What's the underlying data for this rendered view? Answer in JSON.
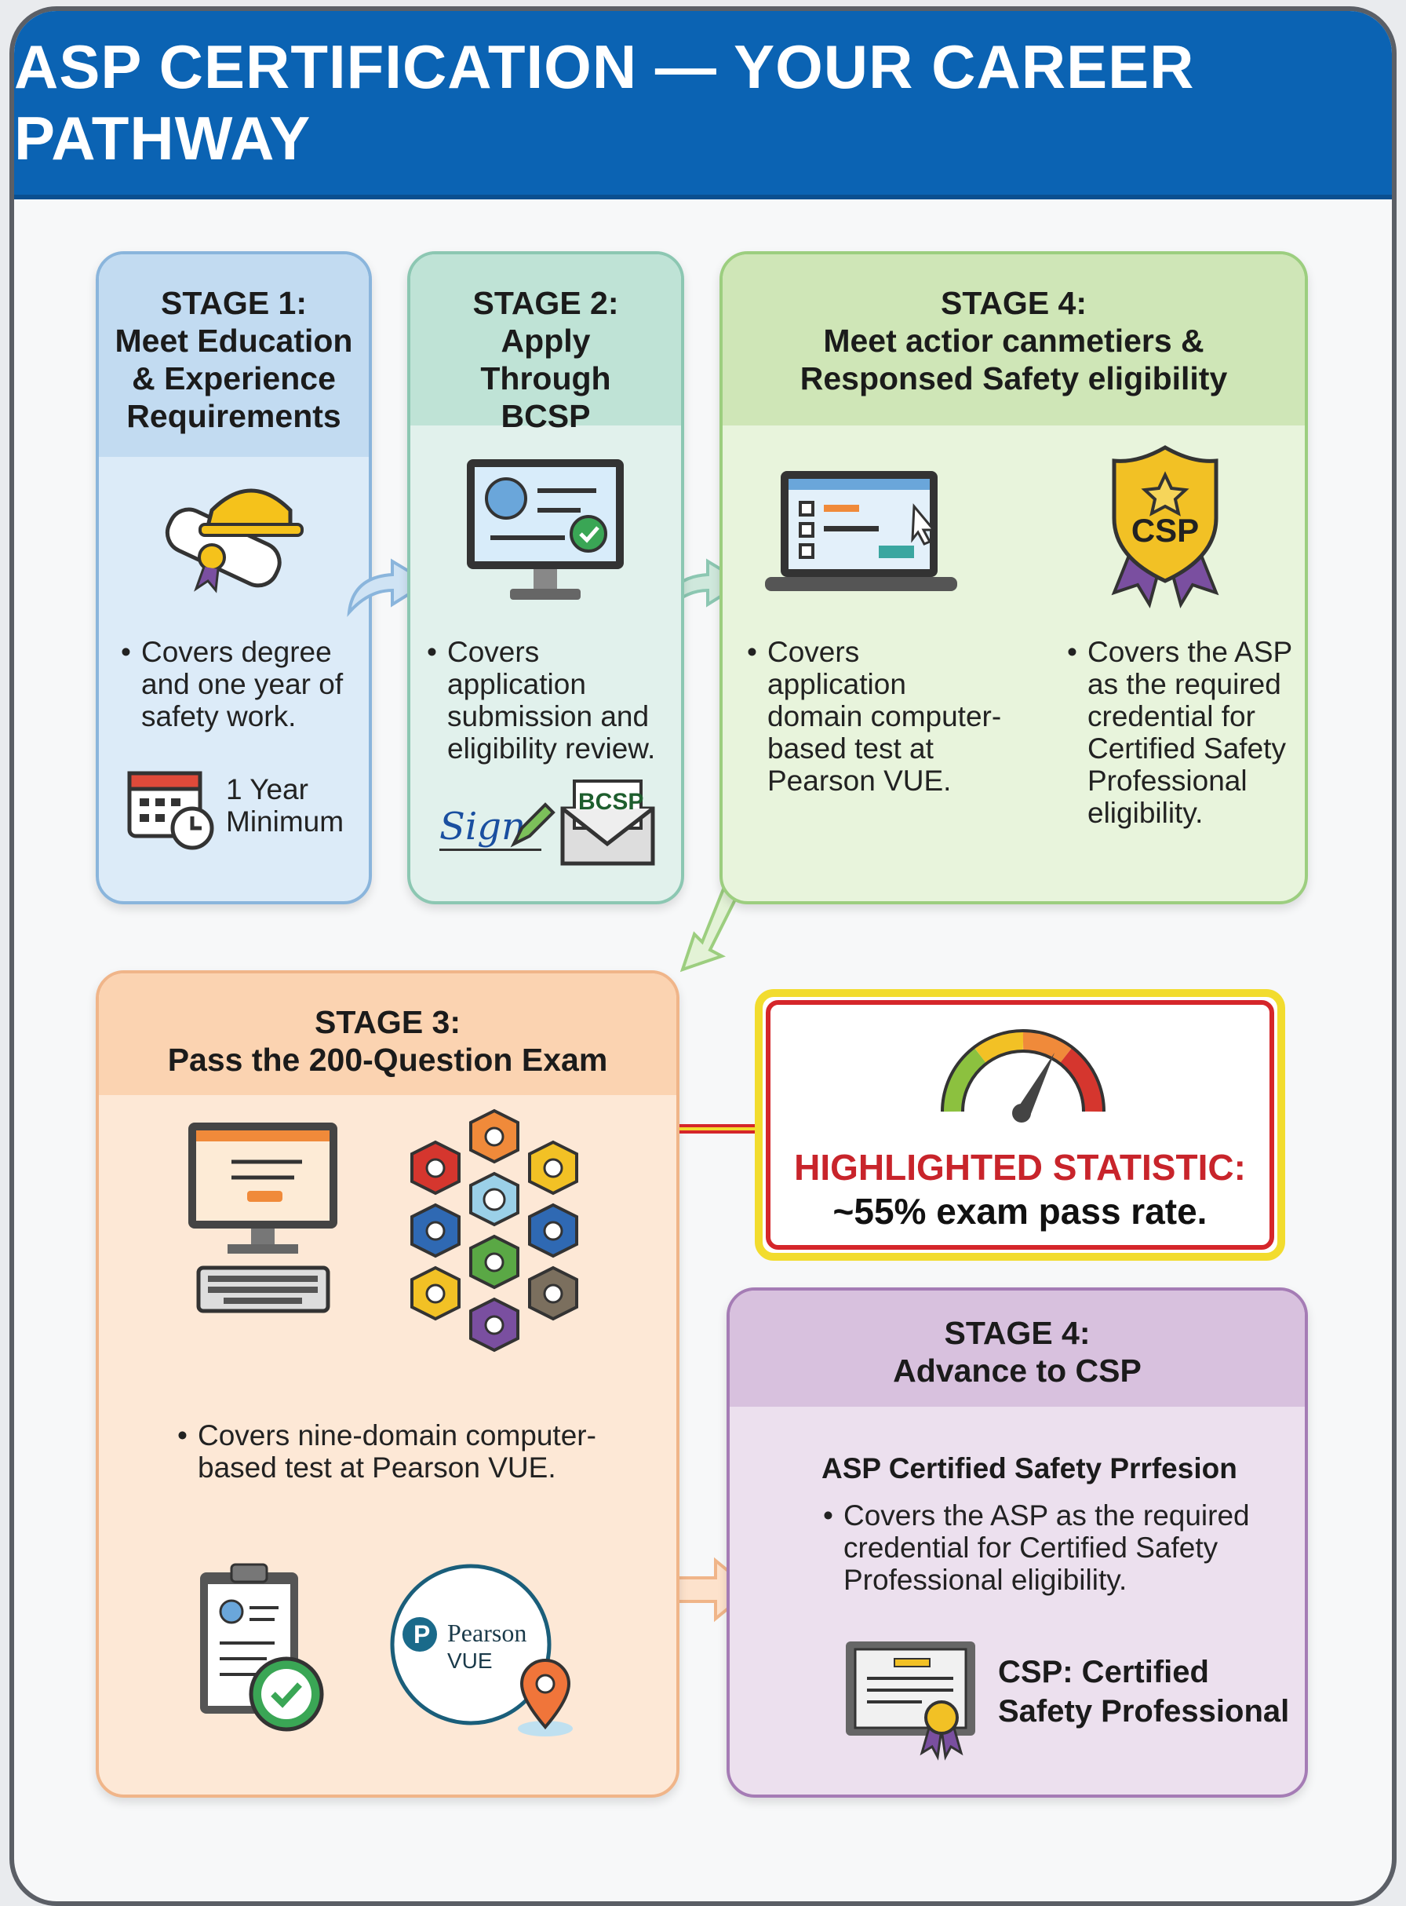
{
  "header": {
    "title": "ASP CERTIFICATION — YOUR CAREER PATHWAY"
  },
  "stage1": {
    "title": "STAGE 1:",
    "subtitle": "Meet Education & Experience Requirements",
    "bullet": "Covers degree and one year of safety work.",
    "badge_line1": "1 Year",
    "badge_line2": "Minimum"
  },
  "stage2": {
    "title": "STAGE 2:",
    "subtitle": "Apply Through BCSP",
    "bullet": "Covers application submission and eligibility review.",
    "signature": "Sign",
    "envelope_label": "BCSP"
  },
  "stage4a": {
    "title": "STAGE 4:",
    "subtitle_line1": "Meet actior canmetiers &",
    "subtitle_line2": "Responsed Safety eligibility",
    "bullet_left": "Covers application domain computer-based test at Pearson VUE.",
    "bullet_right": "Covers the ASP as the required credential for Certified Safety Professional eligibility.",
    "shield_label": "CSP"
  },
  "stage3": {
    "title": "STAGE 3:",
    "subtitle": "Pass the 200-Question Exam",
    "bullet": "Covers nine-domain computer-based test at Pearson VUE.",
    "pearson_line1": "Pearson",
    "pearson_line2": "VUE"
  },
  "statistic": {
    "label": "HIGHLIGHTED STATISTIC:",
    "value": "~55% exam pass rate."
  },
  "stage4b": {
    "title": "STAGE 4:",
    "subtitle": "Advance to CSP",
    "heading": "ASP Certified Safety Prrfesion",
    "bullet": "Covers the ASP as the required credential for Certified Safety Professional eligibility.",
    "cert_line1": "CSP: Certified",
    "cert_line2": "Safety Professional"
  }
}
